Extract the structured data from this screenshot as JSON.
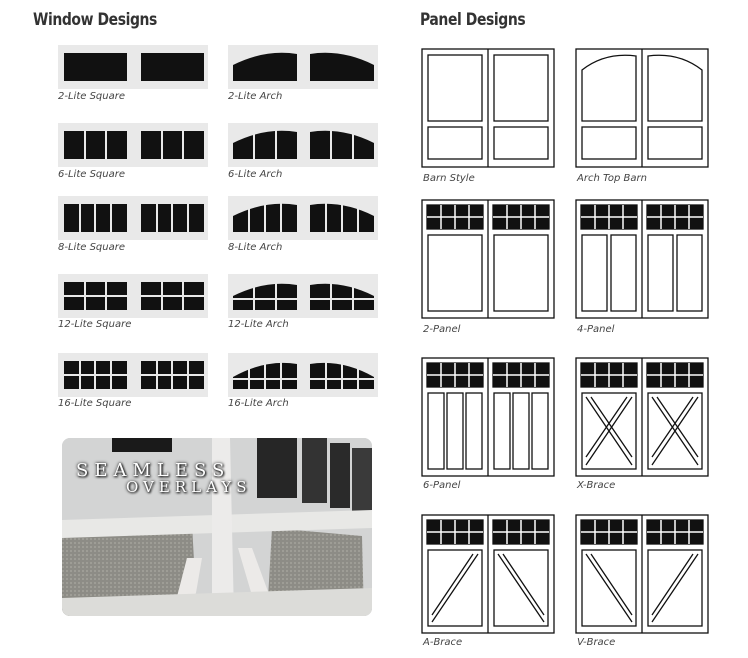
{
  "window_heading": "Window Designs",
  "panel_heading": "Panel Designs",
  "window_designs": [
    {
      "label": "2-Lite Square",
      "icon": "window-2-lite-square-icon"
    },
    {
      "label": "2-Lite Arch",
      "icon": "window-2-lite-arch-icon"
    },
    {
      "label": "6-Lite Square",
      "icon": "window-6-lite-square-icon"
    },
    {
      "label": "6-Lite Arch",
      "icon": "window-6-lite-arch-icon"
    },
    {
      "label": "8-Lite Square",
      "icon": "window-8-lite-square-icon"
    },
    {
      "label": "8-Lite Arch",
      "icon": "window-8-lite-arch-icon"
    },
    {
      "label": "12-Lite Square",
      "icon": "window-12-lite-square-icon"
    },
    {
      "label": "12-Lite Arch",
      "icon": "window-12-lite-arch-icon"
    },
    {
      "label": "16-Lite Square",
      "icon": "window-16-lite-square-icon"
    },
    {
      "label": "16-Lite Arch",
      "icon": "window-16-lite-arch-icon"
    }
  ],
  "panel_designs": [
    {
      "label": "Barn Style",
      "icon": "barn-style-panel-icon"
    },
    {
      "label": "Arch Top Barn",
      "icon": "arch-top-barn-panel-icon"
    },
    {
      "label": "2-Panel",
      "icon": "2-panel-icon"
    },
    {
      "label": "4-Panel",
      "icon": "4-panel-icon"
    },
    {
      "label": "6-Panel",
      "icon": "6-panel-icon"
    },
    {
      "label": "X-Brace",
      "icon": "x-brace-panel-icon"
    },
    {
      "label": "A-Brace",
      "icon": "a-brace-panel-icon"
    },
    {
      "label": "V-Brace",
      "icon": "v-brace-panel-icon"
    }
  ],
  "seamless_banner": {
    "line1": "SEAMLESS",
    "line2": "OVERLAYS"
  }
}
